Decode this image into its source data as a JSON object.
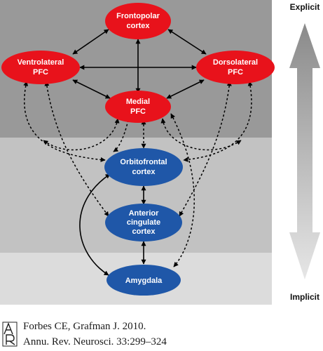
{
  "scale": {
    "top_label": "Explicit",
    "bottom_label": "Implicit"
  },
  "nodes": {
    "frontopolar": {
      "line1": "Frontopolar",
      "line2": "cortex",
      "color": "#e8121b"
    },
    "ventrolateral": {
      "line1": "Ventrolateral",
      "line2": "PFC",
      "color": "#e8121b"
    },
    "dorsolateral": {
      "line1": "Dorsolateral",
      "line2": "PFC",
      "color": "#e8121b"
    },
    "medial": {
      "line1": "Medial",
      "line2": "PFC",
      "color": "#e8121b"
    },
    "orbitofrontal": {
      "line1": "Orbitofrontal",
      "line2": "cortex",
      "color": "#1f57a8"
    },
    "anterior_cingulate": {
      "line1": "Anterior",
      "line2": "cingulate",
      "line3": "cortex",
      "color": "#1f57a8"
    },
    "amygdala": {
      "line1": "Amygdala",
      "color": "#1f57a8"
    }
  },
  "legend_icons": {
    "solid": "solid-arrow-icon",
    "dotted": "dotted-arrow-icon"
  },
  "citation": {
    "logo_icon": "annual-reviews-logo-icon",
    "line1": "Forbes CE, Grafman J. 2010.",
    "line2": "Annu. Rev. Neurosci. 33:299–324"
  },
  "colors": {
    "band_dark": "#999999",
    "band_mid": "#c2c2c2",
    "band_light": "#dcdcdc",
    "prefrontal": "#e8121b",
    "subcortical": "#1f57a8"
  }
}
